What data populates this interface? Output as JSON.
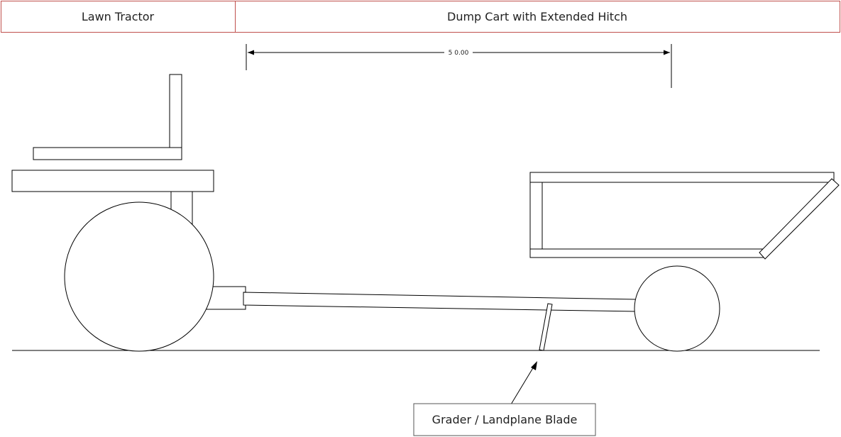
{
  "header": {
    "left_label": "Lawn Tractor",
    "right_label": "Dump Cart with Extended Hitch",
    "border_color": "#c0504d"
  },
  "dimension": {
    "label": "5 0.00"
  },
  "callout": {
    "label": "Grader / Landplane Blade"
  },
  "colors": {
    "stroke": "#000000",
    "fill": "#ffffff"
  }
}
